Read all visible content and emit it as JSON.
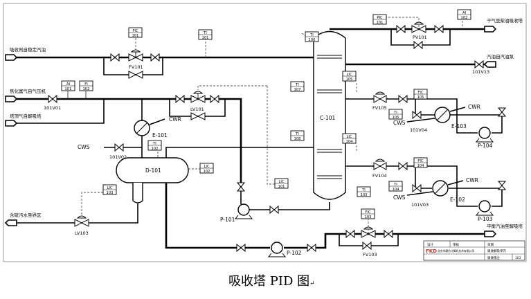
{
  "caption": "吸收塔 PID 图",
  "caption_mark": "↵",
  "equipment": {
    "column": "C-101",
    "drum": "D-101",
    "hx_e101": "E-101",
    "hx_e102": "E-102",
    "hx_e103": "E-103",
    "pump_p101": "P-101",
    "pump_p102": "P-102",
    "pump_p103": "P-103",
    "pump_p104": "P-104"
  },
  "streams": {
    "absorbent_in": "吸收剂自稳定汽油",
    "rich_gas_in": "焦化富气自气压机",
    "overhead_gas_in": "塔顶气自解吸塔",
    "sour_water_out": "含硫污水至界区",
    "dry_gas_out": "干气至柴油吸收塔",
    "gasoline_to_tower": "汽油自汽油泵",
    "balance_gasoline_out": "平衡汽油至解吸塔"
  },
  "instruments": [
    {
      "type": "FIC",
      "num": "101"
    },
    {
      "type": "TI",
      "num": "101"
    },
    {
      "type": "AI",
      "num": "101"
    },
    {
      "type": "FI",
      "num": "102"
    },
    {
      "type": "TI",
      "num": "102"
    },
    {
      "type": "LIC",
      "num": "102"
    },
    {
      "type": "LIC",
      "num": "103"
    },
    {
      "type": "TI",
      "num": "106"
    },
    {
      "type": "TI",
      "num": "107"
    },
    {
      "type": "TI",
      "num": "108"
    },
    {
      "type": "LIC",
      "num": "101"
    },
    {
      "type": "TI",
      "num": "103"
    },
    {
      "type": "LIC",
      "num": "105"
    },
    {
      "type": "FIC",
      "num": "105"
    },
    {
      "type": "TI",
      "num": "105"
    },
    {
      "type": "LIC",
      "num": "104"
    },
    {
      "type": "FIC",
      "num": "104"
    },
    {
      "type": "TI",
      "num": "104"
    },
    {
      "type": "PIC",
      "num": "101"
    },
    {
      "type": "AI",
      "num": "102"
    },
    {
      "type": "FIC",
      "num": "103"
    }
  ],
  "valves": {
    "fv101": "FV101",
    "lv101": "LV101",
    "lv103": "LV103",
    "fv105": "FV105",
    "fv104": "FV104",
    "pv101": "PV101",
    "fv103": "FV103",
    "v101v01": "101V01",
    "v101v02": "101V02",
    "v101v03": "101V03",
    "v101v04": "101V04",
    "v101v13": "101V13"
  },
  "utilities": {
    "cwr": "CWR",
    "cws": "CWS"
  },
  "title_block": {
    "logo": "FKD",
    "company": "北京华康仿计算机技术有限公司",
    "label1": "设计",
    "label2": "审核",
    "label3": "日期",
    "project": "吸收解吸单元",
    "drawing": "吸收版企",
    "sheet": "101"
  }
}
